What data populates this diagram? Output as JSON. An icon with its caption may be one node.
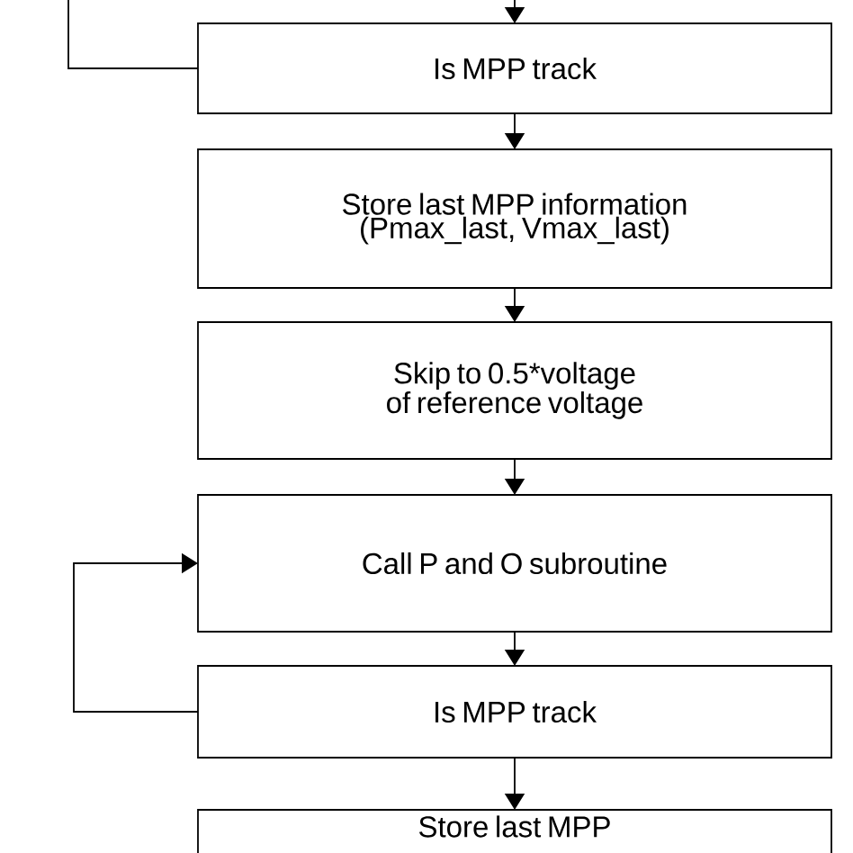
{
  "diagram": {
    "nodes": [
      {
        "text": [
          "Is MPP track"
        ]
      },
      {
        "text": [
          "Store last MPP information (Pmax_last, Vmax_last)"
        ]
      },
      {
        "text": [
          "Skip to 0.5*voltage of reference voltage"
        ]
      },
      {
        "text": [
          "Call P and O subroutine"
        ]
      },
      {
        "text": [
          "Is MPP track"
        ]
      },
      {
        "text": [
          "Store last MPP"
        ]
      }
    ],
    "edges": [
      {
        "from": null,
        "to": 0,
        "arrow": "to"
      },
      {
        "from": 0,
        "to": null,
        "arrow": "none"
      },
      {
        "from": 0,
        "to": 1,
        "arrow": "to"
      },
      {
        "from": 1,
        "to": 2,
        "arrow": "to"
      },
      {
        "from": 2,
        "to": 3,
        "arrow": "to"
      },
      {
        "from": 3,
        "to": 4,
        "arrow": "to"
      },
      {
        "from": 4,
        "to": 3,
        "arrow": "to"
      },
      {
        "from": 4,
        "to": 5,
        "arrow": "to"
      }
    ]
  }
}
